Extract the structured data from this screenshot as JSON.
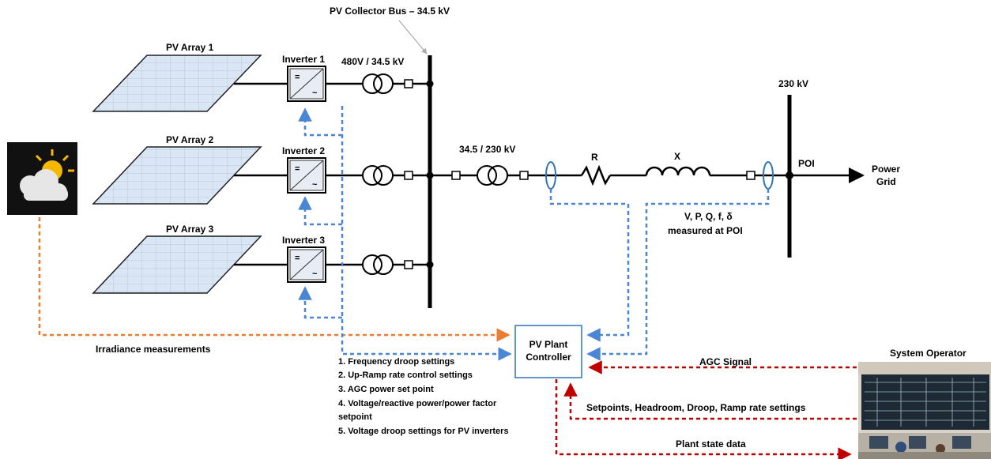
{
  "labels": {
    "collector_bus": "PV Collector Bus – 34.5  kV",
    "arrays": [
      "PV Array 1",
      "PV Array 2",
      "PV Array 3"
    ],
    "inverters": [
      "Inverter 1",
      "Inverter 2",
      "Inverter 3"
    ],
    "inverter_symbols": {
      "dc": "=",
      "ac": "~"
    },
    "transformer_1": "480V / 34.5 kV",
    "transformer_main": "34.5 / 230 kV",
    "resistance": "R",
    "reactance": "X",
    "hv_bus": "230 kV",
    "poi": "POI",
    "power_grid": [
      "Power",
      "Grid"
    ],
    "measured": [
      "V, P, Q, f, δ",
      "measured at POI"
    ],
    "irradiance": "Irradiance measurements",
    "controller": [
      "PV Plant",
      "Controller"
    ],
    "settings": [
      "1. Frequency droop settings",
      "2. Up-Ramp rate control settings",
      "3. AGC power set point",
      "4. Voltage/reactive power/power factor",
      "setpoint",
      "5. Voltage droop settings for PV inverters"
    ],
    "agc_signal": "AGC Signal",
    "setpoints": "Setpoints, Headroom, Droop, Ramp rate settings",
    "plant_state": "Plant state data",
    "system_operator": "System Operator"
  },
  "colors": {
    "line": "#000000",
    "irradiance_signal": "#ed7d31",
    "control_signal": "#4a86d4",
    "operator_signal": "#c00000",
    "controller_fill": "#ffffff",
    "controller_border": "#2e75b6",
    "panel_fill": "#dbe6f5",
    "weather_bg": "#111111",
    "sun": "#f5b800"
  },
  "icons": [
    "weather-cloud-sun-icon",
    "control-room-photo",
    "solar-panel-icon",
    "transformer-icon",
    "inverter-icon",
    "current-transformer-icon",
    "resistor-icon",
    "inductor-icon"
  ]
}
